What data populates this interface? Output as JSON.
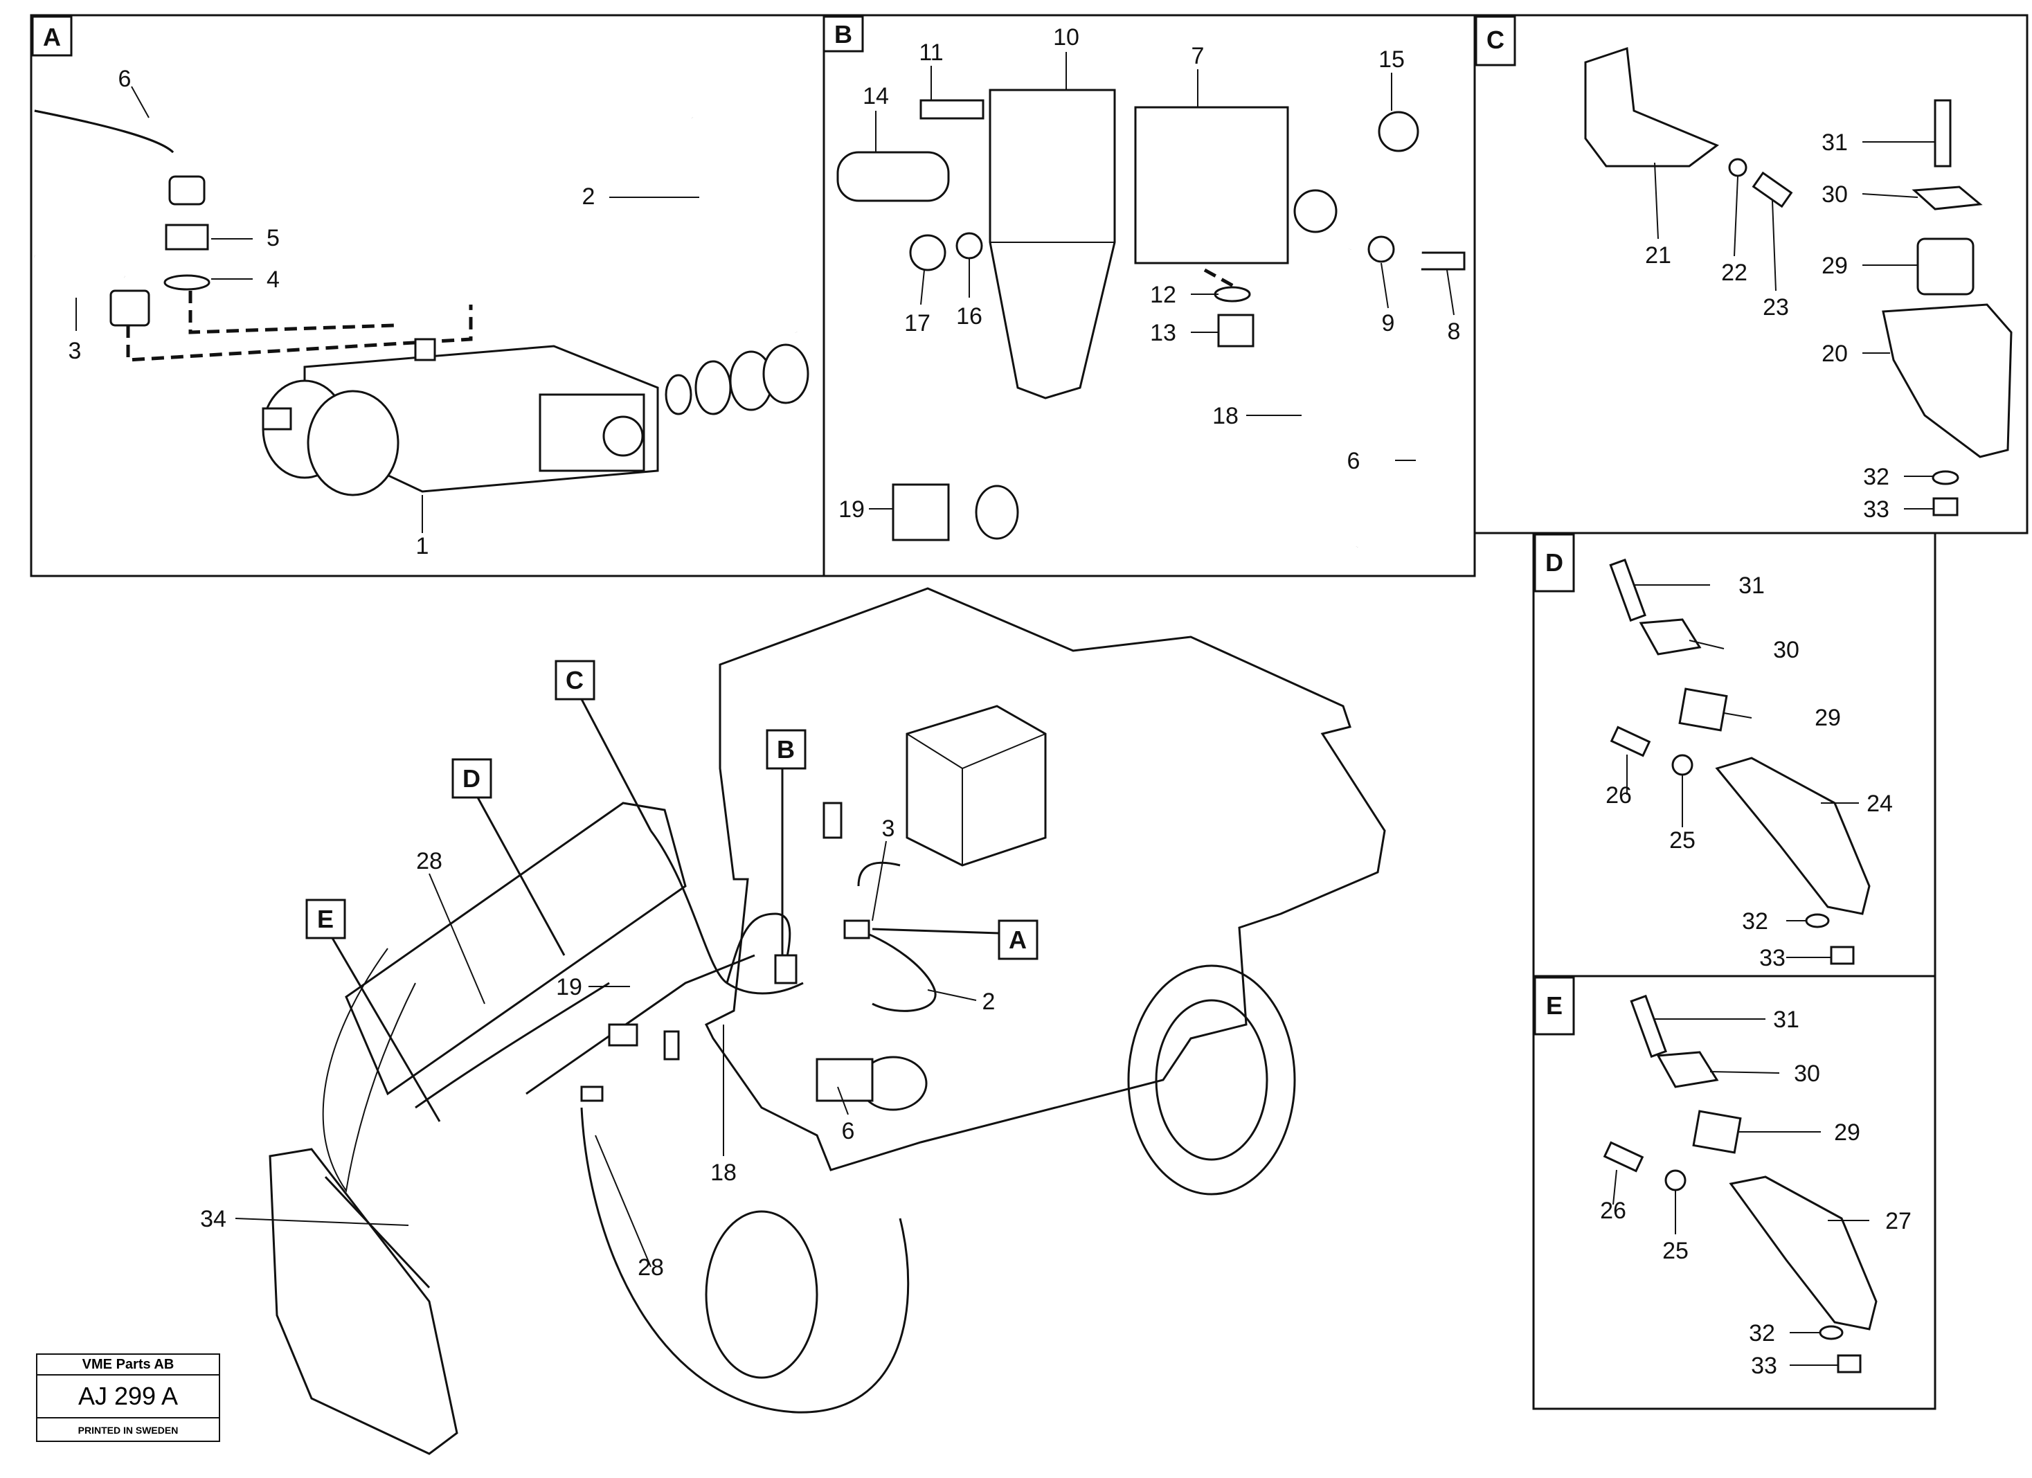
{
  "panels": {
    "A": "A",
    "B": "B",
    "C": "C",
    "D": "D",
    "E": "E"
  },
  "callouts": {
    "A": "A",
    "B": "B",
    "C": "C",
    "D": "D",
    "E": "E"
  },
  "parts": {
    "p1": "1",
    "p2": "2",
    "p3": "3",
    "p4": "4",
    "p5": "5",
    "p6": "6",
    "p7": "7",
    "p8": "8",
    "p9": "9",
    "p10": "10",
    "p11": "11",
    "p12": "12",
    "p13": "13",
    "p14": "14",
    "p15": "15",
    "p16": "16",
    "p17": "17",
    "p18": "18",
    "p19": "19",
    "p20": "20",
    "p21": "21",
    "p22": "22",
    "p23": "23",
    "p24": "24",
    "p25": "25",
    "p26": "26",
    "p27": "27",
    "p28": "28",
    "p29": "29",
    "p30": "30",
    "p31": "31",
    "p32": "32",
    "p33": "33",
    "p34": "34"
  },
  "title_block": {
    "company": "VME Parts AB",
    "code": "AJ 299 A",
    "printed": "PRINTED IN SWEDEN"
  }
}
